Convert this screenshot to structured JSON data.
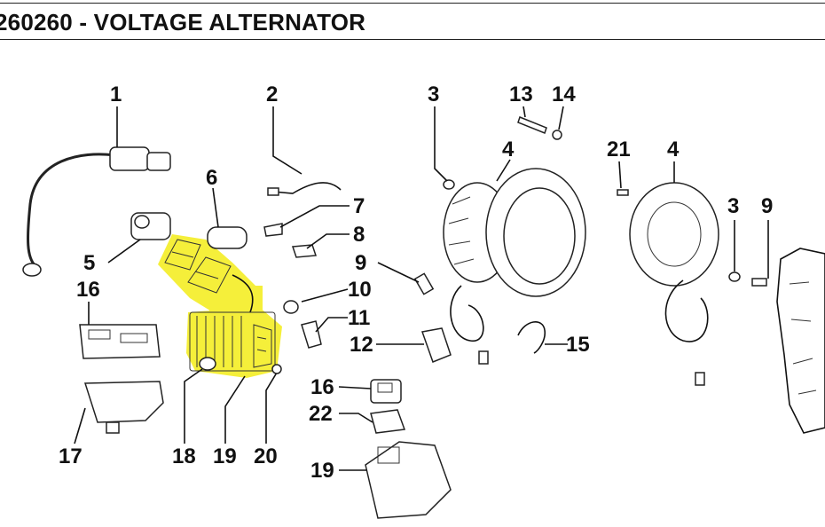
{
  "title": "260260 - VOLTAGE ALTERNATOR",
  "highlight_color": "#f5ef3a",
  "callouts": [
    {
      "id": "c1",
      "label": "1"
    },
    {
      "id": "c2",
      "label": "2"
    },
    {
      "id": "c3a",
      "label": "3"
    },
    {
      "id": "c13",
      "label": "13"
    },
    {
      "id": "c14",
      "label": "14"
    },
    {
      "id": "c4a",
      "label": "4"
    },
    {
      "id": "c21",
      "label": "21"
    },
    {
      "id": "c4b",
      "label": "4"
    },
    {
      "id": "c3b",
      "label": "3"
    },
    {
      "id": "c9b",
      "label": "9"
    },
    {
      "id": "c6",
      "label": "6"
    },
    {
      "id": "c7",
      "label": "7"
    },
    {
      "id": "c8",
      "label": "8"
    },
    {
      "id": "c5",
      "label": "5"
    },
    {
      "id": "c9a",
      "label": "9"
    },
    {
      "id": "c16a",
      "label": "16"
    },
    {
      "id": "c10",
      "label": "10"
    },
    {
      "id": "c11",
      "label": "11"
    },
    {
      "id": "c12",
      "label": "12"
    },
    {
      "id": "c15",
      "label": "15"
    },
    {
      "id": "c16b",
      "label": "16"
    },
    {
      "id": "c22",
      "label": "22"
    },
    {
      "id": "c17",
      "label": "17"
    },
    {
      "id": "c18",
      "label": "18"
    },
    {
      "id": "c19a",
      "label": "19"
    },
    {
      "id": "c20",
      "label": "20"
    },
    {
      "id": "c19b",
      "label": "19"
    }
  ]
}
